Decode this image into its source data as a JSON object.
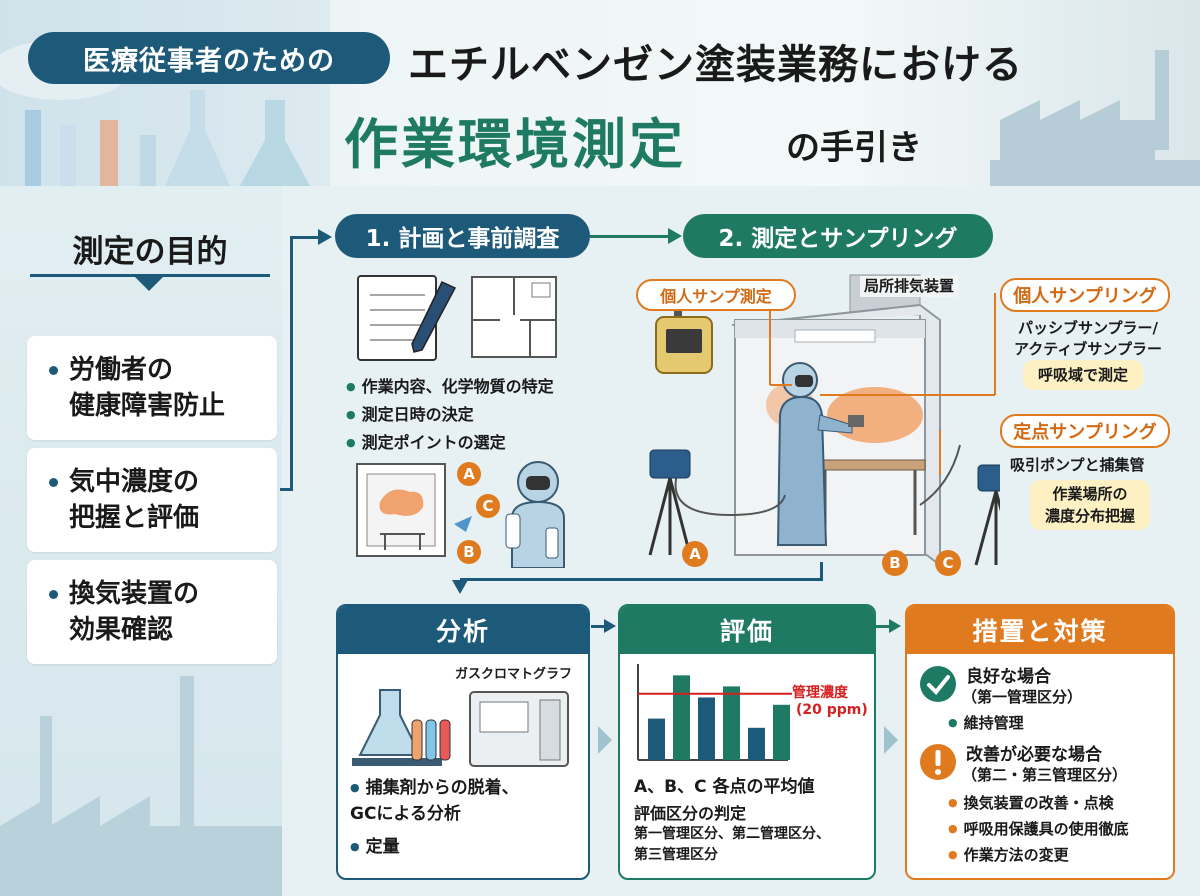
{
  "header": {
    "subtitle": "医療従事者のための",
    "title_line1": "エチルベンゼン塗装業務における",
    "title_main": "作業環境測定",
    "title_tail": "の手引き"
  },
  "purpose": {
    "heading": "測定の目的",
    "items": [
      "労働者の\n健康障害防止",
      "気中濃度の\n把握と評価",
      "換気装置の\n効果確認"
    ]
  },
  "step1": {
    "label": "1. 計画と事前調査",
    "bullets": [
      "作業内容、化学物質の特定",
      "測定日時の決定",
      "測定ポイントの選定"
    ],
    "points": [
      "A",
      "C",
      "B"
    ]
  },
  "step2": {
    "label": "2. 測定とサンプリング",
    "direct_label": "個人サンプ測定",
    "exhaust_label": "局所排気装置",
    "personal": {
      "title": "個人サンプリング",
      "desc": "パッシブサンプラー/\nアクティブサンプラー",
      "note": "呼吸域で測定"
    },
    "fixed": {
      "title": "定点サンプリング",
      "desc": "吸引ポンプと捕集管",
      "note": "作業場所の\n濃度分布把握"
    },
    "points": [
      "A",
      "B",
      "C"
    ]
  },
  "analysis": {
    "title": "分析",
    "instrument": "ガスクロマトグラフ",
    "bullets": [
      "捕集剤からの脱着、\nGCによる分析",
      "定量"
    ]
  },
  "evaluation": {
    "title": "評価",
    "threshold_label": "管理濃度",
    "threshold_value": "(20 ppm)",
    "line1": "A、B、C 各点の平均値",
    "line2": "評価区分の判定",
    "line3": "第一管理区分、第二管理区分、\n第三管理区分",
    "bars": [
      0.45,
      0.92,
      0.68,
      0.8,
      0.35,
      0.6
    ],
    "threshold_level": 0.72
  },
  "action": {
    "title": "措置と対策",
    "good_title": "良好な場合",
    "good_sub": "（第一管理区分）",
    "good_bullets": [
      "維持管理"
    ],
    "bad_title": "改善が必要な場合",
    "bad_sub": "（第二・第三管理区分）",
    "bad_bullets": [
      "換気装置の改善・点検",
      "呼吸用保護具の使用徹底",
      "作業方法の変更"
    ]
  },
  "colors": {
    "navy": "#1d5a7a",
    "green": "#1e7a63",
    "orange": "#e07a1f",
    "red": "#d42020"
  }
}
